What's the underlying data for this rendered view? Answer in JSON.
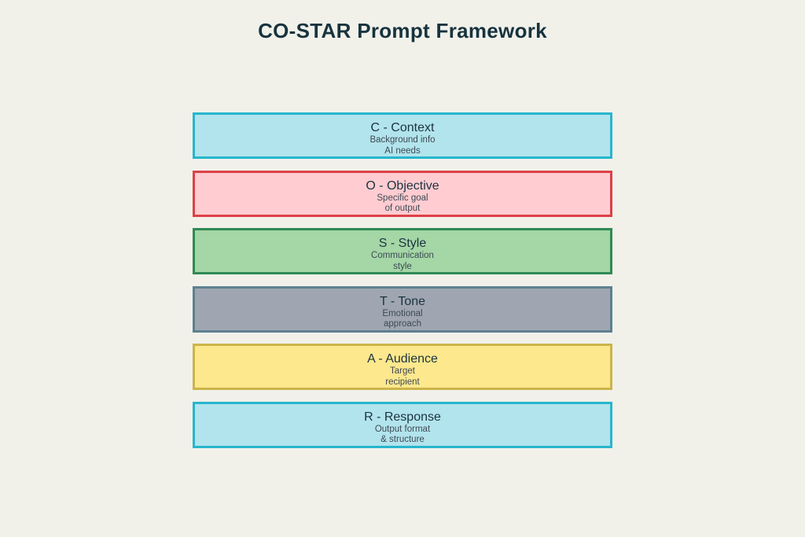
{
  "title": "CO-STAR Prompt Framework",
  "colors": {
    "background": "#f1f1ea",
    "title_text": "#17333e",
    "heading_text": "#1b3340",
    "subtext": "#3e4a54"
  },
  "boxes": [
    {
      "heading": "C - Context",
      "line1": "Background info",
      "line2": "AI needs",
      "fill": "#b2e4ed",
      "border": "#27b6ce",
      "css": "background:#b2e4ed;border-color:#27b6ce"
    },
    {
      "heading": "O - Objective",
      "line1": "Specific goal",
      "line2": "of output",
      "fill": "#ffccd1",
      "border": "#dc4146",
      "css": "background:#ffccd1;border-color:#dc4146"
    },
    {
      "heading": "S - Style",
      "line1": "Communication",
      "line2": "style",
      "fill": "#a4d6a6",
      "border": "#2f8a54",
      "css": "background:#a4d6a6;border-color:#2f8a54"
    },
    {
      "heading": "T - Tone",
      "line1": "Emotional",
      "line2": "approach",
      "fill": "#9fa6b1",
      "border": "#5d8190",
      "css": "background:#9fa6b1;border-color:#5d8190"
    },
    {
      "heading": "A - Audience",
      "line1": "Target",
      "line2": "recipient",
      "fill": "#fde88d",
      "border": "#ccb44a",
      "css": "background:#fde88d;border-color:#ccb44a"
    },
    {
      "heading": "R - Response",
      "line1": "Output format",
      "line2": "& structure",
      "fill": "#b2e4ed",
      "border": "#27b6ce",
      "css": "background:#b2e4ed;border-color:#27b6ce"
    }
  ]
}
